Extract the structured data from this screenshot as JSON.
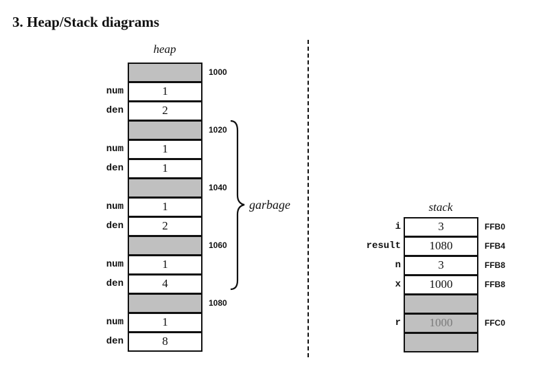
{
  "title": "3. Heap/Stack diagrams",
  "heap": {
    "label": "heap",
    "rows": [
      {
        "field": "",
        "value": "",
        "gray": true,
        "addr": "1000"
      },
      {
        "field": "num",
        "value": "1",
        "gray": false,
        "addr": ""
      },
      {
        "field": "den",
        "value": "2",
        "gray": false,
        "addr": ""
      },
      {
        "field": "",
        "value": "",
        "gray": true,
        "addr": "1020"
      },
      {
        "field": "num",
        "value": "1",
        "gray": false,
        "addr": ""
      },
      {
        "field": "den",
        "value": "1",
        "gray": false,
        "addr": ""
      },
      {
        "field": "",
        "value": "",
        "gray": true,
        "addr": "1040"
      },
      {
        "field": "num",
        "value": "1",
        "gray": false,
        "addr": ""
      },
      {
        "field": "den",
        "value": "2",
        "gray": false,
        "addr": ""
      },
      {
        "field": "",
        "value": "",
        "gray": true,
        "addr": "1060"
      },
      {
        "field": "num",
        "value": "1",
        "gray": false,
        "addr": ""
      },
      {
        "field": "den",
        "value": "4",
        "gray": false,
        "addr": ""
      },
      {
        "field": "",
        "value": "",
        "gray": true,
        "addr": "1080"
      },
      {
        "field": "num",
        "value": "1",
        "gray": false,
        "addr": ""
      },
      {
        "field": "den",
        "value": "8",
        "gray": false,
        "addr": ""
      }
    ]
  },
  "garbage_label": "garbage",
  "stack": {
    "label": "stack",
    "rows": [
      {
        "field": "i",
        "value": "3",
        "gray": false,
        "dim": false,
        "addr": "FFB0"
      },
      {
        "field": "result",
        "value": "1080",
        "gray": false,
        "dim": false,
        "addr": "FFB4"
      },
      {
        "field": "n",
        "value": "3",
        "gray": false,
        "dim": false,
        "addr": "FFB8"
      },
      {
        "field": "x",
        "value": "1000",
        "gray": false,
        "dim": false,
        "addr": "FFB8"
      },
      {
        "field": "",
        "value": "",
        "gray": true,
        "dim": false,
        "addr": ""
      },
      {
        "field": "r",
        "value": "1000",
        "gray": true,
        "dim": true,
        "addr": "FFC0"
      },
      {
        "field": "",
        "value": "",
        "gray": true,
        "dim": false,
        "addr": ""
      }
    ]
  }
}
